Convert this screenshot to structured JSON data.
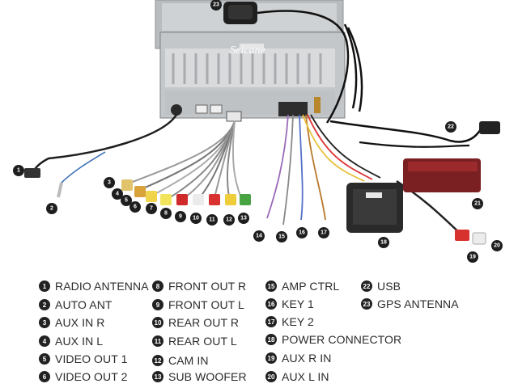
{
  "brand": "Seicane",
  "markers": [
    {
      "n": "1"
    },
    {
      "n": "2"
    },
    {
      "n": "3"
    },
    {
      "n": "4"
    },
    {
      "n": "5"
    },
    {
      "n": "6"
    },
    {
      "n": "7"
    },
    {
      "n": "8"
    },
    {
      "n": "9"
    },
    {
      "n": "10"
    },
    {
      "n": "11"
    },
    {
      "n": "12"
    },
    {
      "n": "13"
    },
    {
      "n": "14"
    },
    {
      "n": "15"
    },
    {
      "n": "16"
    },
    {
      "n": "17"
    },
    {
      "n": "18"
    },
    {
      "n": "19"
    },
    {
      "n": "20"
    },
    {
      "n": "21"
    },
    {
      "n": "22"
    },
    {
      "n": "23"
    }
  ],
  "legend": [
    {
      "n": "1",
      "label": "RADIO ANTENNA"
    },
    {
      "n": "2",
      "label": "AUTO ANT"
    },
    {
      "n": "3",
      "label": "AUX IN R"
    },
    {
      "n": "4",
      "label": "AUX IN L"
    },
    {
      "n": "5",
      "label": "VIDEO OUT 1"
    },
    {
      "n": "6",
      "label": "VIDEO OUT 2"
    },
    {
      "n": "8",
      "label": "FRONT OUT R"
    },
    {
      "n": "9",
      "label": "FRONT OUT L"
    },
    {
      "n": "10",
      "label": "REAR OUT R"
    },
    {
      "n": "11",
      "label": "REAR OUT L"
    },
    {
      "n": "12",
      "label": "CAM IN"
    },
    {
      "n": "13",
      "label": "SUB WOOFER"
    },
    {
      "n": "15",
      "label": "AMP CTRL"
    },
    {
      "n": "16",
      "label": "KEY 1"
    },
    {
      "n": "17",
      "label": "KEY 2"
    },
    {
      "n": "18",
      "label": "POWER CONNECTOR"
    },
    {
      "n": "19",
      "label": "AUX R IN"
    },
    {
      "n": "20",
      "label": "AUX L IN"
    },
    {
      "n": "22",
      "label": "USB"
    },
    {
      "n": "23",
      "label": "GPS ANTENNA"
    }
  ]
}
